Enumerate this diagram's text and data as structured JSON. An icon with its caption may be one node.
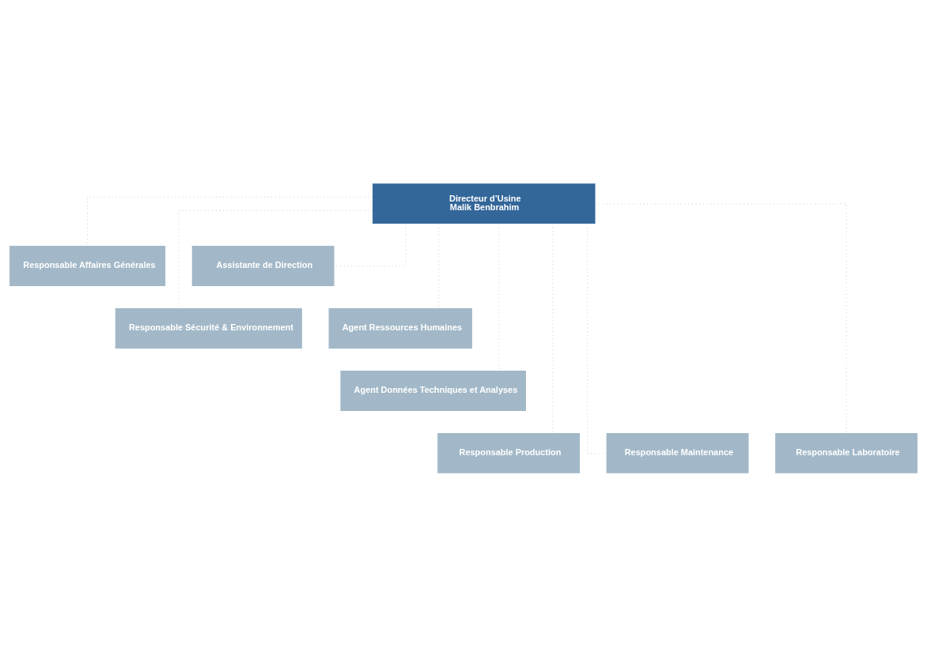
{
  "diagram": {
    "nodes": [
      {
        "text": [
          "Directeur d’Usine",
          "Malik Benbrahim"
        ]
      },
      {
        "text": [
          "Responsable Affaires Générales"
        ]
      },
      {
        "text": [
          "Assistante de Direction"
        ]
      },
      {
        "text": [
          "Responsable Sécurité & Environnement"
        ]
      },
      {
        "text": [
          "Agent Ressources Humaines"
        ]
      },
      {
        "text": [
          "Agent Données Techniques et Analyses"
        ]
      },
      {
        "text": [
          "Responsable Production"
        ]
      },
      {
        "text": [
          "Responsable Maintenance"
        ]
      },
      {
        "text": [
          "Responsable Laboratoire"
        ]
      }
    ],
    "edges": [
      {
        "from": 0,
        "to": 1,
        "arrow": "none",
        "style": "dashed"
      },
      {
        "from": 0,
        "to": 2,
        "arrow": "none",
        "style": "dashed"
      },
      {
        "from": 0,
        "to": 3,
        "arrow": "none",
        "style": "dashed"
      },
      {
        "from": 0,
        "to": 4,
        "arrow": "none",
        "style": "dashed"
      },
      {
        "from": 0,
        "to": 5,
        "arrow": "none",
        "style": "dashed"
      },
      {
        "from": 0,
        "to": 6,
        "arrow": "none",
        "style": "dashed"
      },
      {
        "from": 0,
        "to": 7,
        "arrow": "none",
        "style": "dashed"
      },
      {
        "from": 0,
        "to": 8,
        "arrow": "none",
        "style": "dashed"
      }
    ]
  }
}
